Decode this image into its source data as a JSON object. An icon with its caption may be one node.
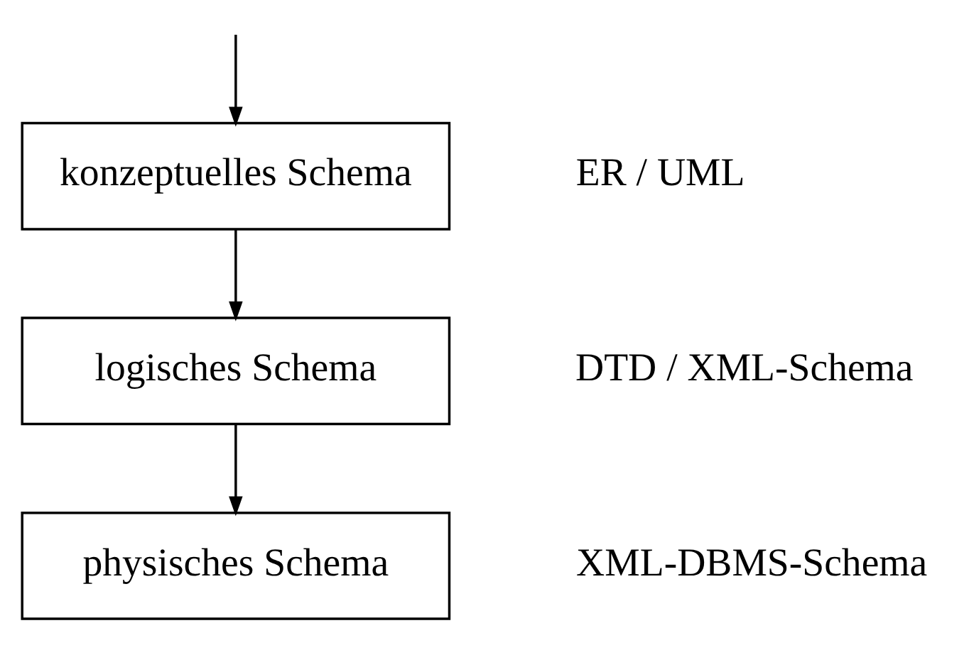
{
  "diagram": {
    "nodes": [
      {
        "text": [
          "konzeptuelles Schema"
        ],
        "beside": [
          "ER / UML"
        ]
      },
      {
        "text": [
          "logisches Schema"
        ],
        "beside": [
          "DTD / XML-Schema"
        ]
      },
      {
        "text": [
          "physisches Schema"
        ],
        "beside": [
          "XML-DBMS-Schema"
        ]
      }
    ],
    "edges": [
      {
        "from": null,
        "to": 0,
        "arrow": "to"
      },
      {
        "from": 0,
        "to": 1,
        "arrow": "to"
      },
      {
        "from": 1,
        "to": 2,
        "arrow": "to"
      }
    ]
  }
}
